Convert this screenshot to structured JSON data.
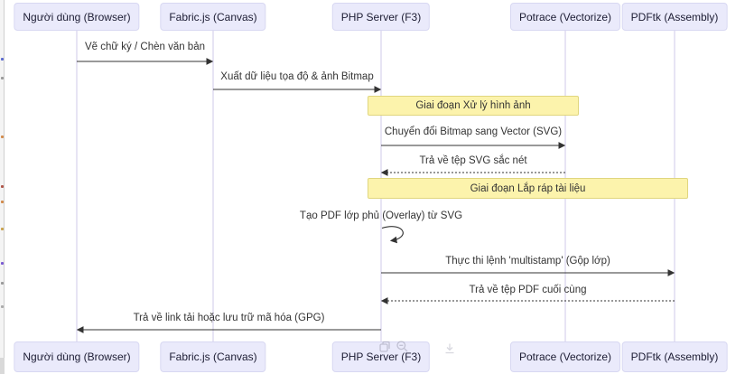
{
  "diagram": {
    "title": "Sequence diagram: signature/PDF processing flow",
    "actors": [
      {
        "label": "Người dùng (Browser)"
      },
      {
        "label": "Fabric.js (Canvas)"
      },
      {
        "label": "PHP Server (F3)"
      },
      {
        "label": "Potrace (Vectorize)"
      },
      {
        "label": "PDFtk (Assembly)"
      }
    ],
    "messages": [
      {
        "text": "Vẽ chữ ký / Chèn văn bản",
        "from": "Người dùng (Browser)",
        "to": "Fabric.js (Canvas)",
        "line": "solid"
      },
      {
        "text": "Xuất dữ liệu tọa độ & ảnh Bitmap",
        "from": "Fabric.js (Canvas)",
        "to": "PHP Server (F3)",
        "line": "solid"
      },
      {
        "text": "Chuyển đổi Bitmap sang Vector (SVG)",
        "from": "PHP Server (F3)",
        "to": "Potrace (Vectorize)",
        "line": "solid"
      },
      {
        "text": "Trả về tệp SVG sắc nét",
        "from": "Potrace (Vectorize)",
        "to": "PHP Server (F3)",
        "line": "dashed"
      },
      {
        "text": "Tạo PDF lớp phủ (Overlay) từ SVG",
        "from": "PHP Server (F3)",
        "to": "PHP Server (F3)",
        "line": "self"
      },
      {
        "text": "Thực thi lệnh 'multistamp' (Gộp lớp)",
        "from": "PHP Server (F3)",
        "to": "PDFtk (Assembly)",
        "line": "solid"
      },
      {
        "text": "Trả về tệp PDF cuối cùng",
        "from": "PDFtk (Assembly)",
        "to": "PHP Server (F3)",
        "line": "dashed"
      },
      {
        "text": "Trả về link tải hoặc lưu trữ mã hóa (GPG)",
        "from": "PHP Server (F3)",
        "to": "Người dùng (Browser)",
        "line": "solid"
      }
    ],
    "notes": [
      {
        "text": "Giai đoạn Xử lý hình ảnh",
        "over": [
          "PHP Server (F3)",
          "Potrace (Vectorize)"
        ]
      },
      {
        "text": "Giai đoạn Lắp ráp tài liệu",
        "over": [
          "PHP Server (F3)",
          "PDFtk (Assembly)"
        ]
      }
    ],
    "colors": {
      "actor_fill": "#EAEAFB",
      "actor_border": "#D8D8F2",
      "note_fill": "#FCF3AC",
      "note_border": "#E0D67F",
      "lifeline": "#CFC8E8",
      "arrow": "#333333",
      "text": "#333333"
    }
  },
  "overlay": {
    "icons": [
      "copy-icon",
      "zoom-icon",
      "download-icon"
    ]
  }
}
